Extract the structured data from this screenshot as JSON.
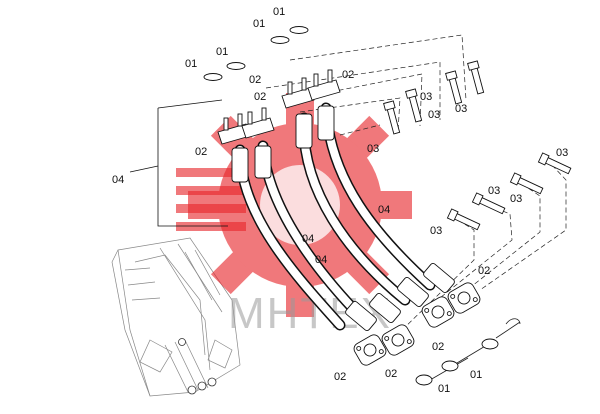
{
  "diagram": {
    "callouts": {
      "o_ring": "01",
      "flange": "02",
      "bolt": "03",
      "hose": "04"
    },
    "watermark": {
      "text": "МНТЕХ",
      "logo_color": "#e8262b"
    }
  }
}
